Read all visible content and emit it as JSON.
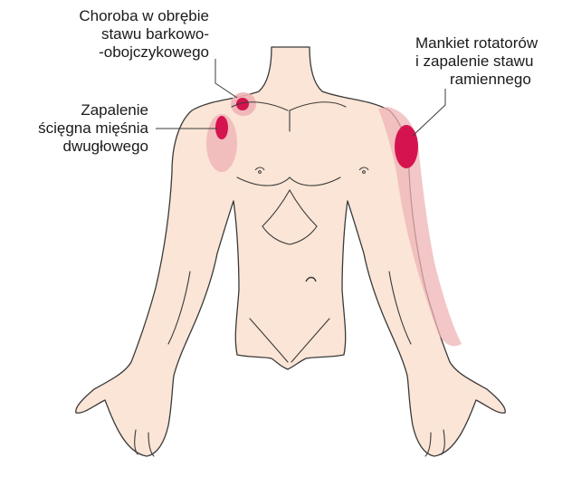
{
  "labels": {
    "ac_joint": [
      "Choroba w obrębie",
      "stawu  barkowo-",
      "-obojczykowego"
    ],
    "biceps": [
      "Zapalenie",
      "ścięgna mięśnia",
      "dwugłowego"
    ],
    "rotator": [
      "Mankiet rotatorów",
      "i zapalenie stawu",
      "ramiennego"
    ]
  },
  "colors": {
    "skin": "#fbe5d6",
    "outline": "#3a3a3a",
    "pain_halo": "#efb3b6",
    "pain_core": "#d5144f"
  }
}
